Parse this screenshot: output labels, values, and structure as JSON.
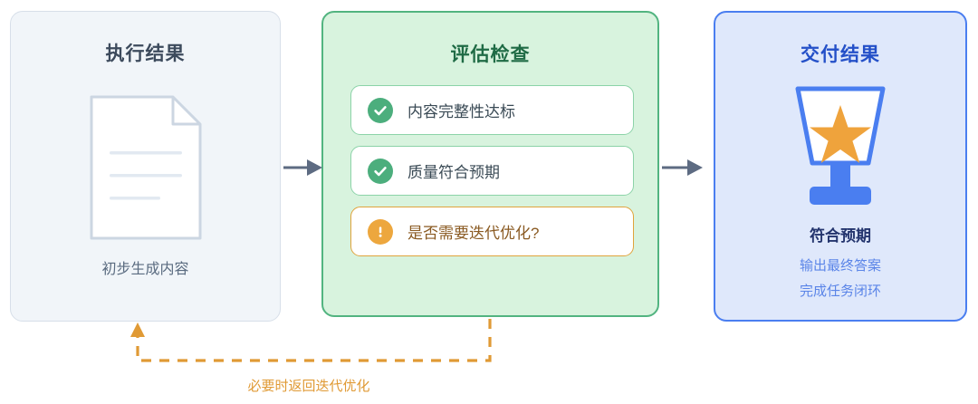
{
  "diagram": {
    "stages": [
      {
        "id": "execution-result",
        "title": "执行结果",
        "icon": "document-icon",
        "caption": "初步生成内容",
        "bg_color": "#f1f5f9",
        "border_color": "#d7dfe9",
        "title_color": "#3c4a5c"
      },
      {
        "id": "evaluation-check",
        "title": "评估检查",
        "bg_color": "#d8f3de",
        "border_color": "#52b480",
        "title_color": "#1f6b45",
        "checks": [
          {
            "label": "内容完整性达标",
            "icon": "check-circle-icon",
            "icon_color": "#4cae7d",
            "border_color": "#8cd3a8",
            "text_color": "#3a4a55",
            "status": "pass"
          },
          {
            "label": "质量符合预期",
            "icon": "check-circle-icon",
            "icon_color": "#4cae7d",
            "border_color": "#8cd3a8",
            "text_color": "#3a4a55",
            "status": "pass"
          },
          {
            "label": "是否需要迭代优化?",
            "icon": "warning-circle-icon",
            "icon_color": "#eda73e",
            "border_color": "#e0a33c",
            "text_color": "#8a5a22",
            "status": "question"
          }
        ]
      },
      {
        "id": "delivery-result",
        "title": "交付结果",
        "icon": "trophy-icon",
        "main_text": "符合预期",
        "sub_lines": [
          "输出最终答案",
          "完成任务闭环"
        ],
        "bg_color": "#dfe8fb",
        "border_color": "#4a7ef0",
        "title_color": "#2450c8",
        "trophy_cup_color": "#4a7ef0",
        "trophy_star_color": "#efa33c"
      }
    ],
    "feedback": {
      "label": "必要时返回迭代优化",
      "color": "#e09a35",
      "style": "dashed",
      "from": "evaluation-check",
      "to": "execution-result"
    },
    "arrows": {
      "color": "#5d6b82",
      "count": 2
    }
  }
}
